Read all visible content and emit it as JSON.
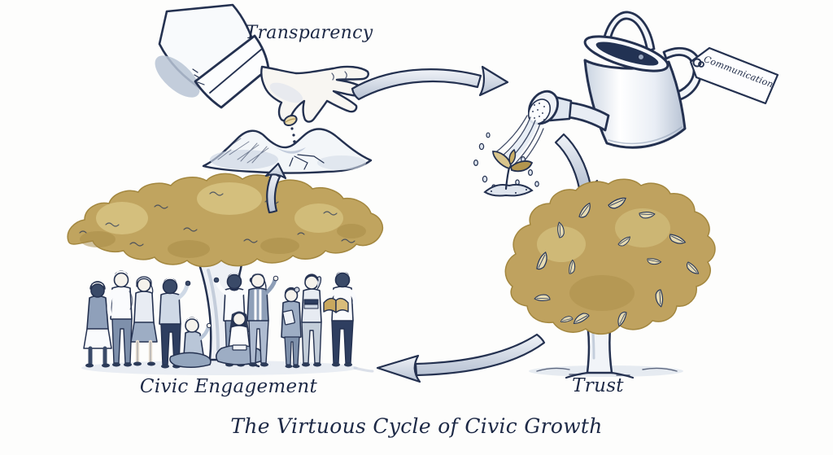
{
  "title": "The Virtuous Cycle of Civic Growth",
  "cycle": {
    "transparency": {
      "label": "Transparency"
    },
    "communication": {
      "label": "Communication"
    },
    "trust": {
      "label": "Trust"
    },
    "civic_engagement": {
      "label": "Civic Engagement"
    }
  },
  "illustrations": {
    "hand": "hand-planting-seed",
    "soil": "soil-mound",
    "watering_can": "watering-can-with-communication-tag",
    "seedling": "watered-seedling",
    "trust_tree": "young-golden-tree",
    "civic_tree": "large-tree-sheltering-community",
    "arrows": [
      "transparency-to-communication",
      "communication-to-trust",
      "trust-to-civic-engagement",
      "civic-engagement-to-transparency"
    ]
  },
  "colors": {
    "ink": "#243150",
    "wash_light": "#dde4ee",
    "wash_mid": "#b6c2d4",
    "gold": "#bfa25f",
    "gold_light": "#e6d9ae",
    "background": "#fdfdfc"
  }
}
